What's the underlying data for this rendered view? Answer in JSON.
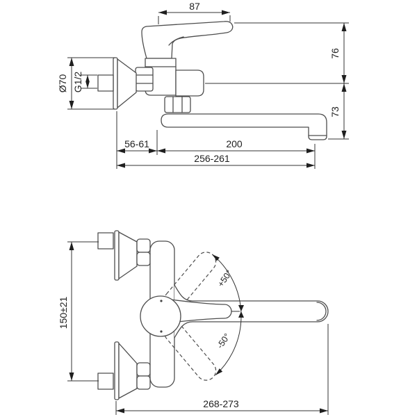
{
  "page": {
    "background": "#ffffff"
  },
  "drawing": {
    "stroke_color": "#4d4d4d",
    "dimension_color": "#333333",
    "text_color": "#1f1f1f",
    "side_view": {
      "handle_length": "87",
      "height_above_inlet": "76",
      "height_below_inlet": "73",
      "escutcheon_diameter": "Ø70",
      "thread_size": "G1/2",
      "wall_to_body_axis": "56-61",
      "spout_reach": "200",
      "wall_to_spout_outlet": "256-261"
    },
    "plan_view": {
      "inlet_centres_distance": "150±21",
      "handle_swing_up": "+50°",
      "handle_swing_down": "-50°",
      "wall_to_spout_end": "268-273"
    }
  }
}
